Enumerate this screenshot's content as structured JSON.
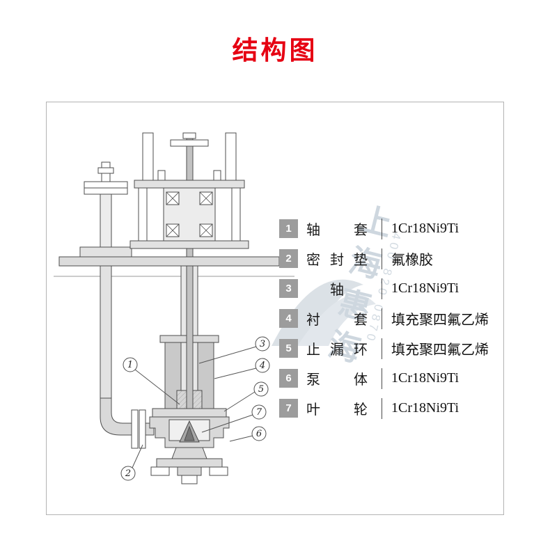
{
  "title": "结构图",
  "accent_color": "#e60012",
  "frame": {
    "border_color": "#b3b3b3"
  },
  "legend": {
    "items": [
      {
        "num": "1",
        "name": "轴套",
        "material": "1Cr18Ni9Ti"
      },
      {
        "num": "2",
        "name": "密封垫",
        "material": "氟橡胶"
      },
      {
        "num": "3",
        "name": "轴",
        "material": "1Cr18Ni9Ti"
      },
      {
        "num": "4",
        "name": "衬套",
        "material": "填充聚四氟乙烯"
      },
      {
        "num": "5",
        "name": "止漏环",
        "material": "填充聚四氟乙烯"
      },
      {
        "num": "6",
        "name": "泵体",
        "material": "1Cr18Ni9Ti"
      },
      {
        "num": "7",
        "name": "叶轮",
        "material": "1Cr18Ni9Ti"
      }
    ]
  },
  "callouts": [
    {
      "num": "1"
    },
    {
      "num": "2"
    },
    {
      "num": "3"
    },
    {
      "num": "4"
    },
    {
      "num": "5"
    },
    {
      "num": "6"
    },
    {
      "num": "7"
    }
  ],
  "watermark": {
    "text": "上海惠海",
    "digits": "400 820 0870"
  }
}
